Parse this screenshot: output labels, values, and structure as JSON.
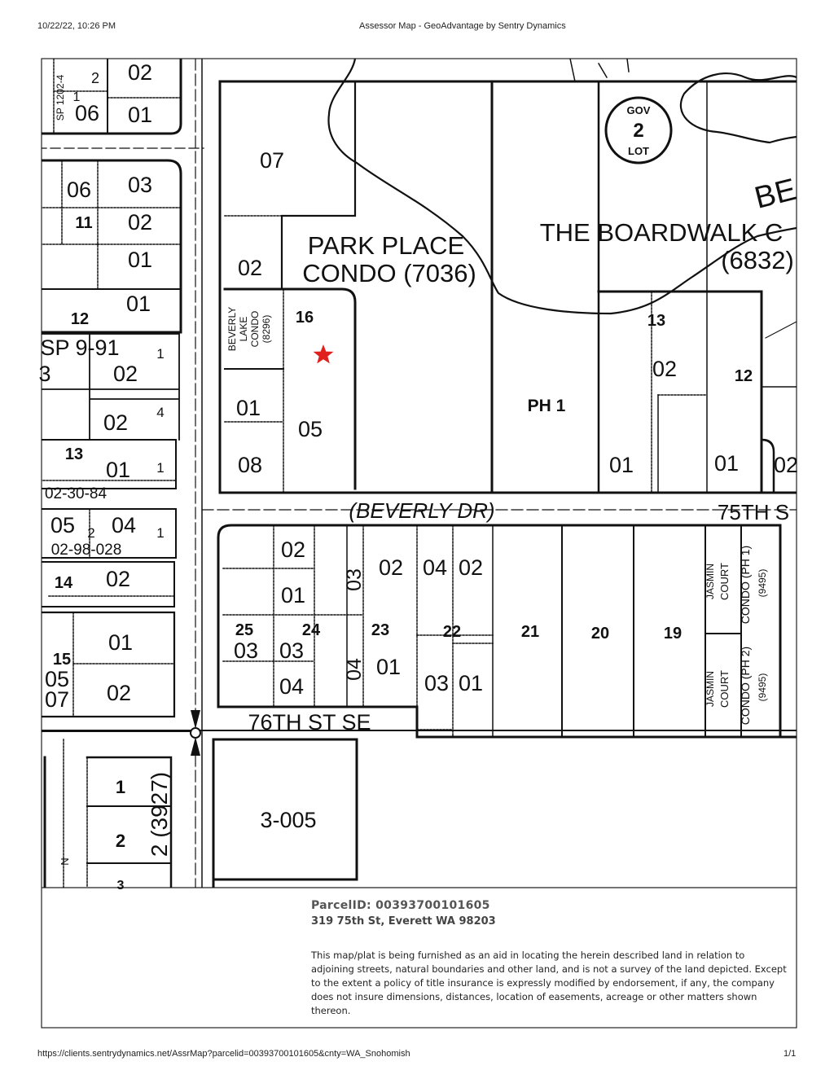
{
  "header": {
    "datetime": "10/22/22, 10:26 PM",
    "title": "Assessor Map - GeoAdvantage by Sentry Dynamics"
  },
  "footer": {
    "url": "https://clients.sentrydynamics.net/AssrMap?parcelid=00393700101605&cnty=WA_Snohomish",
    "page": "1/1"
  },
  "info": {
    "parcel_id": "ParcelID: 00393700101605",
    "address": "319 75th St, Everett WA 98203",
    "disclaimer": "This map/plat is being furnished as an aid in locating the herein described land in relation to adjoining streets, natural boundaries and other land, and is not a survey of the land depicted. Except to the extent a policy of title insurance is expressly modified by endorsement, if any, the company does not insure dimensions, distances, location of easements, acreage or other matters shown thereon."
  },
  "map": {
    "subject_marker_color": "#e0201c",
    "streets": {
      "beverly_dr": "(BEVERLY DR)",
      "st_75th": "75TH S",
      "st_76th": "76TH ST SE"
    },
    "condos": {
      "park_place_1": "PARK PLACE",
      "park_place_2": "CONDO (7036)",
      "boardwalk_1": "THE BOARDWALK C",
      "boardwalk_2": "(6832)",
      "bev_partial": "BE",
      "beverly_lake_1": "BEVERLY",
      "beverly_lake_2": "LAKE",
      "beverly_lake_3": "CONDO",
      "beverly_lake_4": "(8296)",
      "jasmin1_1": "JASMIN",
      "jasmin1_2": "COURT",
      "jasmin1_3": "CONDO (PH 1)",
      "jasmin1_4": "(9495)",
      "jasmin2_1": "JASMIN",
      "jasmin2_2": "COURT",
      "jasmin2_3": "CONDO (PH 2)",
      "jasmin2_4": "(9495)",
      "ph1": "PH 1",
      "gov_top": "GOV",
      "gov_num": "2",
      "gov_bottom": "LOT",
      "parcel_3005": "3-005",
      "plat_3927": "2 (3927)"
    },
    "left_labels": {
      "sp1202": "SP 1202-4",
      "sp991": "SP 9-91",
      "r3": "3",
      "r02_30_84": "02-30-84",
      "r02_98_028": "02-98-028",
      "a02": "02",
      "a2": "2",
      "a1": "1",
      "a06": "06",
      "a01": "01",
      "b06": "06",
      "b03": "03",
      "b11": "11",
      "b02": "02",
      "b01": "01",
      "c01": "01",
      "c12": "12",
      "d1": "1",
      "d02": "02",
      "e02": "02",
      "e4": "4",
      "f13": "13",
      "f01": "01",
      "f1": "1",
      "g05": "05",
      "g2": "2",
      "g04": "04",
      "g1": "1",
      "h14": "14",
      "h02": "02",
      "i01": "01",
      "i15": "15",
      "i05": "05",
      "i07": "07",
      "i02": "02",
      "j1": "1",
      "j2": "2",
      "j3": "3",
      "north": "N"
    },
    "mid_labels": {
      "m07": "07",
      "m02": "02",
      "m16": "16",
      "m01": "01",
      "m05": "05",
      "m08": "08"
    },
    "right_labels": {
      "r13": "13",
      "r02": "02",
      "r12": "12",
      "r01a": "01",
      "r01b": "01",
      "r02b": "02"
    },
    "south_labels": {
      "s02a": "02",
      "s01a": "01",
      "s03v": "03",
      "s02b": "02",
      "s04": "04",
      "s02c": "02",
      "s25": "25",
      "s24": "24",
      "s23": "23",
      "s22": "22",
      "s21": "21",
      "s20": "20",
      "s19": "19",
      "s03a": "03",
      "s03b": "03",
      "s04b": "04",
      "s04v": "04",
      "s01b": "01",
      "s03c": "03",
      "s01c": "01"
    }
  }
}
